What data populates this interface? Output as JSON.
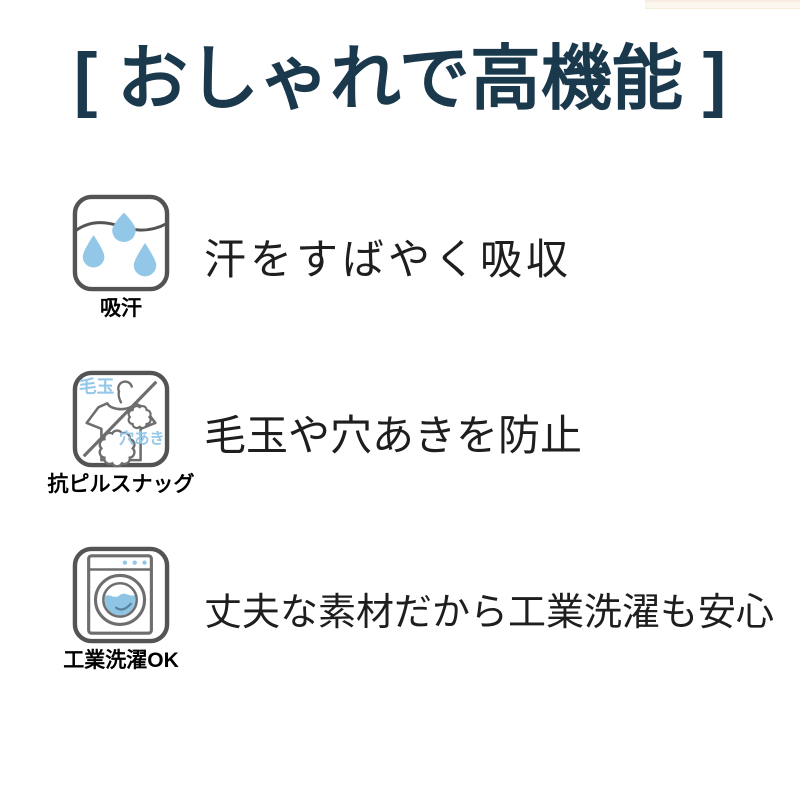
{
  "title": {
    "text": "[ おしゃれで高機能 ]"
  },
  "colors": {
    "title_navy": "#1b394d",
    "accent_light_blue": "#92c7e8",
    "water_blue": "#8ec5e4",
    "icon_outline_gray": "#545454",
    "icon_inner_gray": "#6e6e6e",
    "text_black": "#1e1e1e",
    "corner_strip_cream": "#fcf7ee"
  },
  "features": [
    {
      "id": "sweat-absorption",
      "icon": "water-drops-icon",
      "icon_label": "吸汗",
      "description": "汗をすばやく吸収"
    },
    {
      "id": "anti-pill-snag",
      "icon": "no-pilling-shirt-icon",
      "icon_label": "抗ピルスナッグ",
      "icon_texts": [
        "毛玉",
        "穴あき"
      ],
      "description": "毛玉や穴あきを防止"
    },
    {
      "id": "industrial-wash",
      "icon": "washing-machine-icon",
      "icon_label": "工業洗濯OK",
      "description": "丈夫な素材だから工業洗濯も安心"
    }
  ]
}
